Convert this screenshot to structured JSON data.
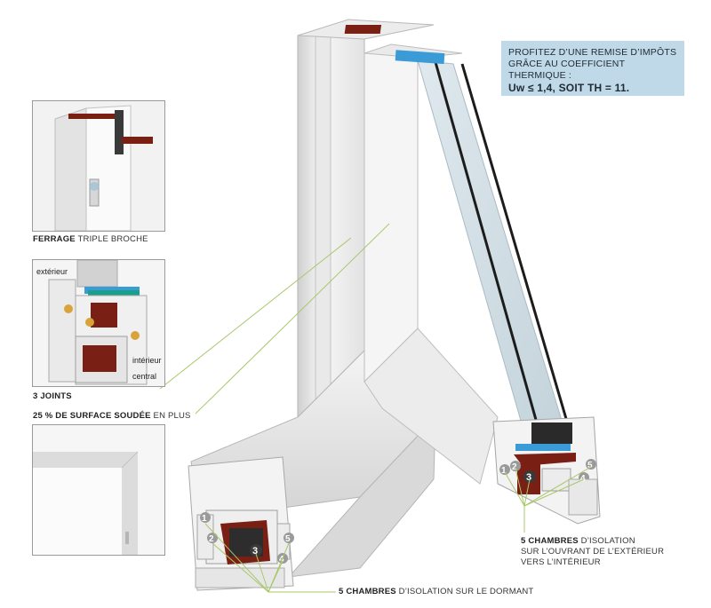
{
  "promo": {
    "line1": "PROFITEZ D’UNE REMISE D’IMPÔTS",
    "line2": "GRÂCE AU COEFFICIENT THERMIQUE :",
    "line3": "Uw ≤ 1,4, SOIT TH = 11."
  },
  "insets": {
    "ferrage": {
      "bold": "FERRAGE",
      "rest": " TRIPLE BROCHE"
    },
    "joints": {
      "title": "3 JOINTS",
      "label_exterieur": "extérieur",
      "label_interieur": "intérieur",
      "label_central": "central"
    },
    "surface": {
      "bold": "25 % DE SURFACE SOUDÉE",
      "rest": " EN PLUS"
    }
  },
  "callouts": {
    "ouvrant": {
      "bold": "5 CHAMBRES",
      "line1_rest": " D’ISOLATION",
      "line2": "SUR L’OUVRANT DE L’EXTÉRIEUR",
      "line3": "VERS L’INTÉRIEUR"
    },
    "dormant": {
      "bold": "5 CHAMBRES",
      "rest": " D’ISOLATION SUR LE DORMANT"
    }
  },
  "chamber_numbers": [
    "1",
    "2",
    "3",
    "4",
    "5"
  ],
  "colors": {
    "promo_bg": "#bfd9e8",
    "leader_line": "#a8c86a",
    "pvc": "#f1f1f1",
    "steel": "#7a1f14",
    "gasket": "#3b9bd6"
  }
}
